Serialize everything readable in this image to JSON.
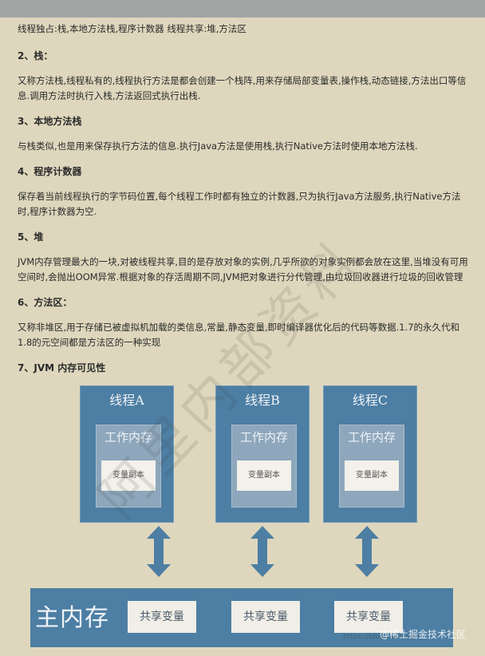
{
  "intro": "线程独占:栈,本地方法栈,程序计数器 线程共享:堆,方法区",
  "sections": [
    {
      "heading": "2、栈：",
      "body": "又称方法栈,线程私有的,线程执行方法是都会创建一个栈阵,用来存储局部变量表,操作栈,动态链接,方法出口等信息.调用方法时执行入栈,方法返回式执行出栈."
    },
    {
      "heading": "3、本地方法栈",
      "body": "与栈类似,也是用来保存执行方法的信息.执行Java方法是使用栈,执行Native方法时使用本地方法栈."
    },
    {
      "heading": "4、程序计数器",
      "body": "保存着当前线程执行的字节码位置,每个线程工作时都有独立的计数器,只为执行Java方法服务,执行Native方法时,程序计数器为空."
    },
    {
      "heading": "5、堆",
      "body": "JVM内存管理最大的一块,对被线程共享,目的是存放对象的实例,几乎所欲的对象实例都会放在这里,当堆没有可用空间时,会抛出OOM异常.根据对象的存活周期不同,JVM把对象进行分代管理,由垃圾回收器进行垃圾的回收管理"
    },
    {
      "heading": "6、方法区：",
      "body": "又称非堆区,用于存储已被虚拟机加载的类信息,常量,静态变量,即时编译器优化后的代码等数据.1.7的永久代和1.8的元空间都是方法区的一种实现"
    },
    {
      "heading": "7、JVM 内存可见性",
      "body": ""
    }
  ],
  "diagram": {
    "threads": [
      {
        "label": "线程A",
        "work": "工作内存",
        "copy": "变量副本"
      },
      {
        "label": "线程B",
        "work": "工作内存",
        "copy": "变量副本"
      },
      {
        "label": "线程C",
        "work": "工作内存",
        "copy": "变量副本"
      }
    ],
    "main_memory": "主内存",
    "shared_vars": [
      "共享变量",
      "共享变量",
      "共享变量"
    ]
  },
  "watermark": "阿里内部资料",
  "credit_small": "https://blog.csdn.net/...",
  "credit_large": "@稀土掘金技术社区",
  "colors": {
    "background": "#ded7bd",
    "block": "#4d7ea3",
    "arrow": "#4d7ea3"
  }
}
